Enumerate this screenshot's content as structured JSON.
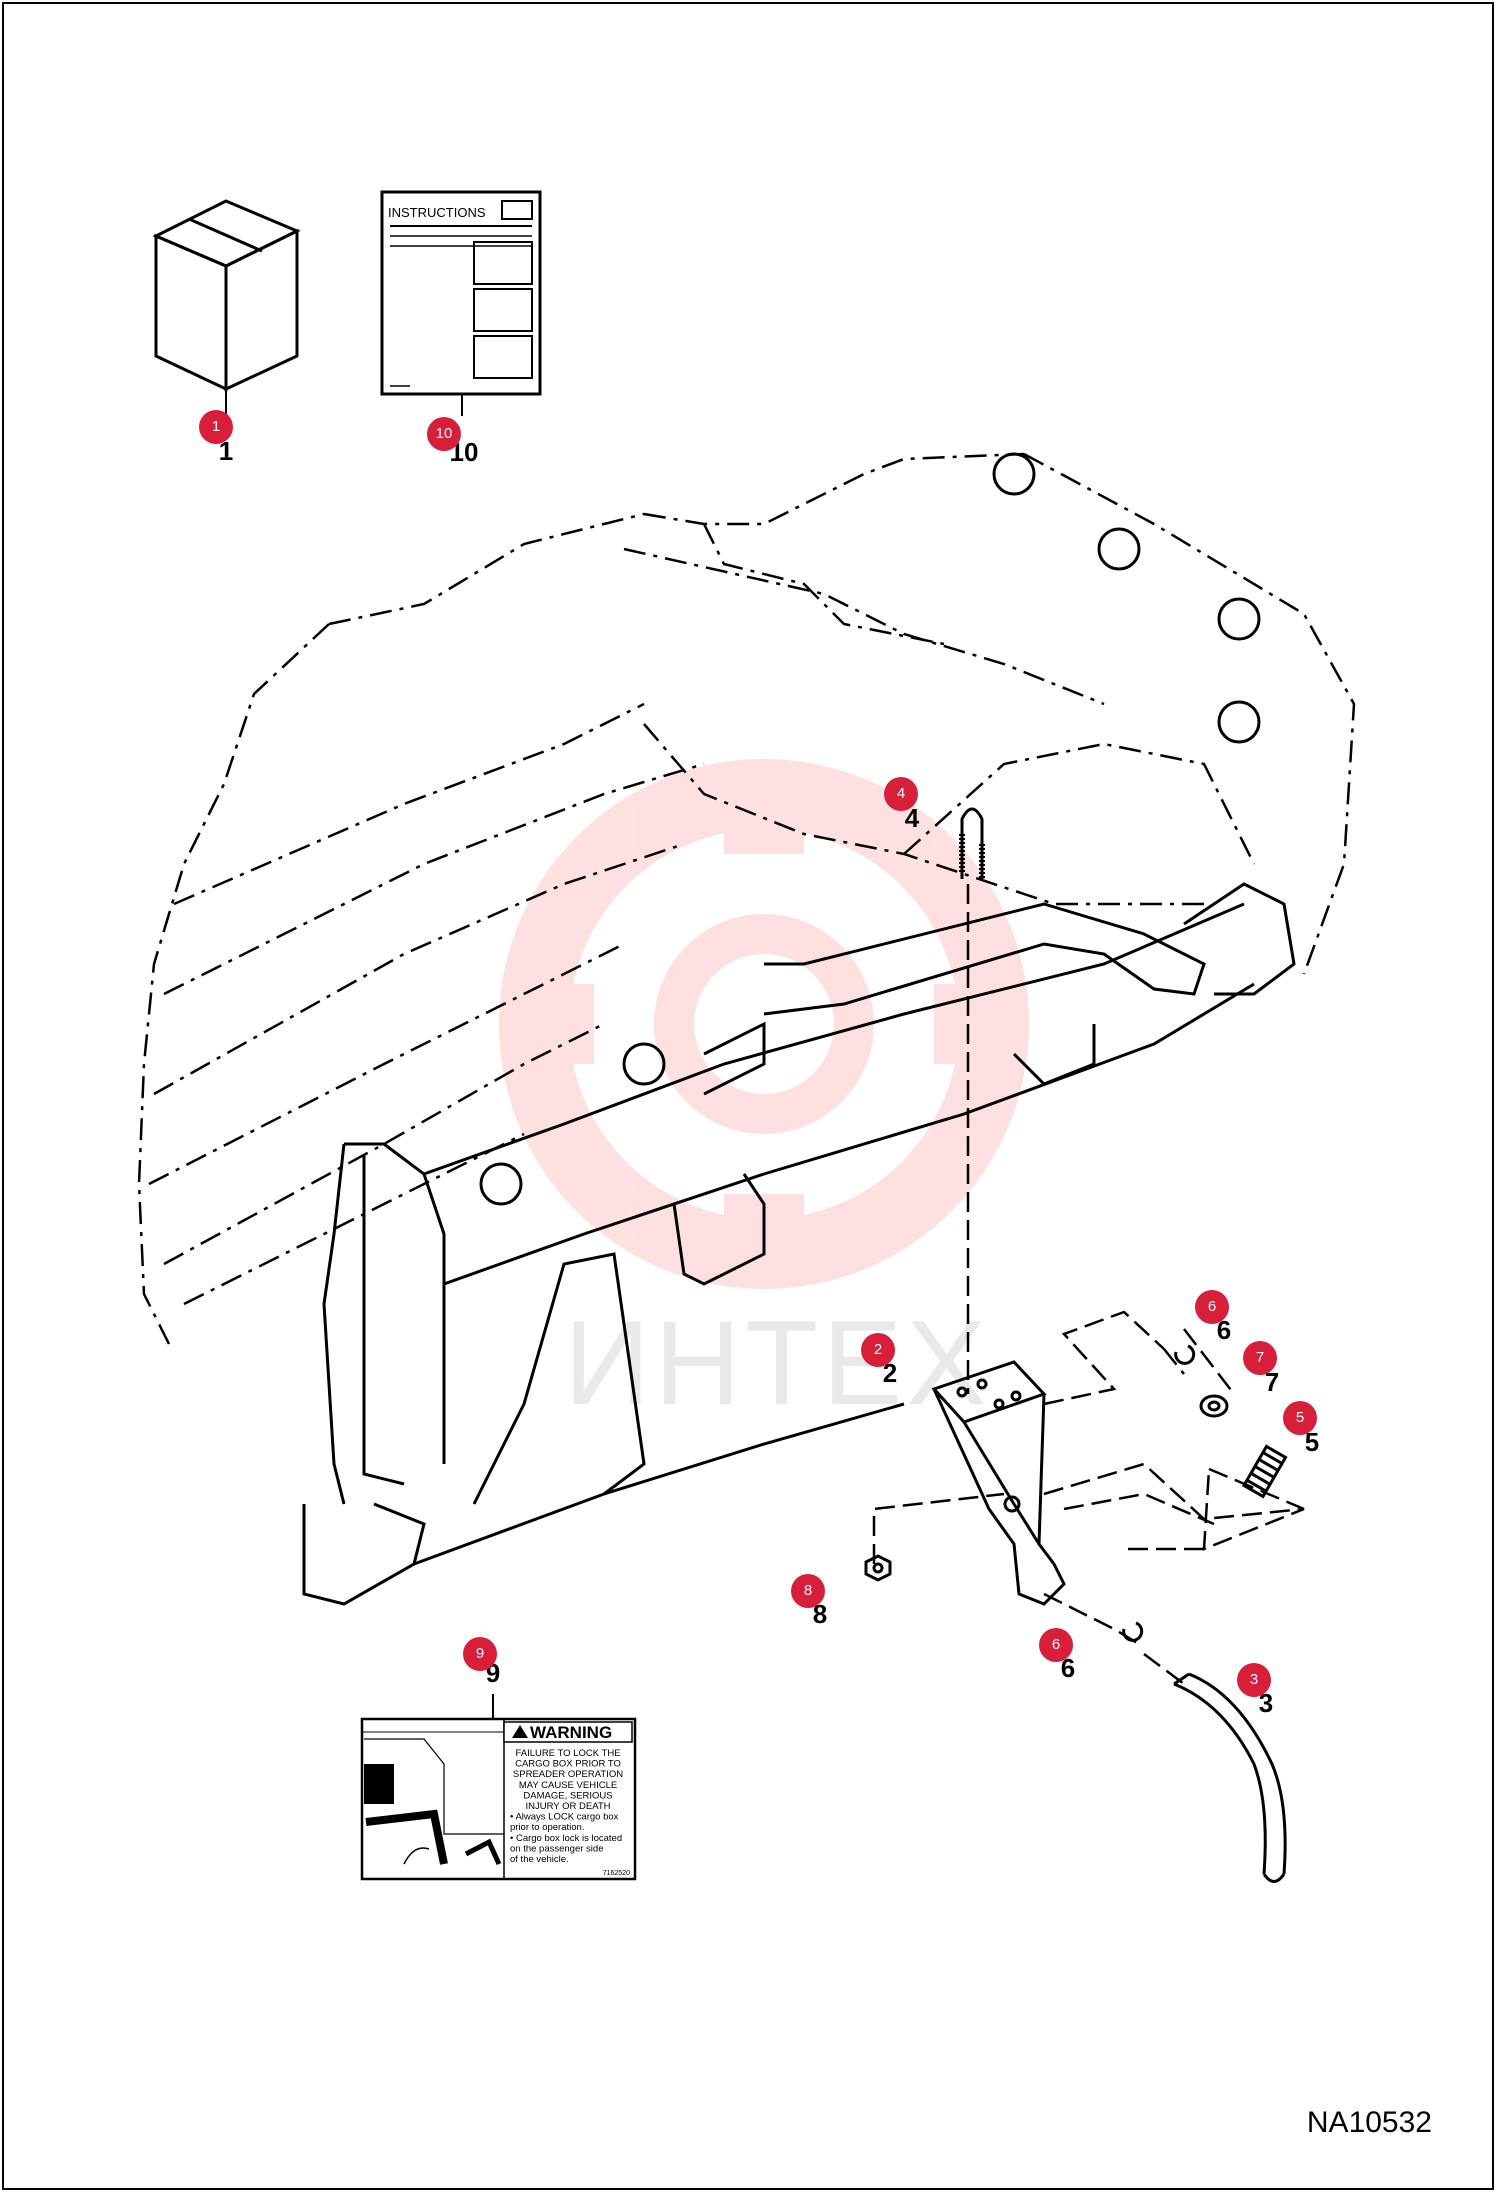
{
  "document_id": "NA10532",
  "watermark_text": "ИНТЕХ",
  "instructions_label": "INSTRUCTIONS",
  "callout_color": "#d71f3a",
  "callouts": [
    "1",
    "10",
    "4",
    "2",
    "6",
    "7",
    "5",
    "8",
    "6",
    "3",
    "9"
  ],
  "part_labels": [
    "1",
    "10",
    "4",
    "2",
    "6",
    "7",
    "5",
    "8",
    "6",
    "3",
    "9"
  ],
  "warning_decal": {
    "heading": "WARNING",
    "lines": [
      "FAILURE TO LOCK THE",
      "CARGO BOX PRIOR TO",
      "SPREADER OPERATION",
      "MAY CAUSE VEHICLE",
      "DAMAGE, SERIOUS",
      "INJURY OR DEATH"
    ],
    "bullets": [
      "• Always LOCK cargo box",
      "prior to operation.",
      "• Cargo box lock is located",
      "on the passenger side",
      "of the vehicle."
    ],
    "code": "7162520"
  }
}
